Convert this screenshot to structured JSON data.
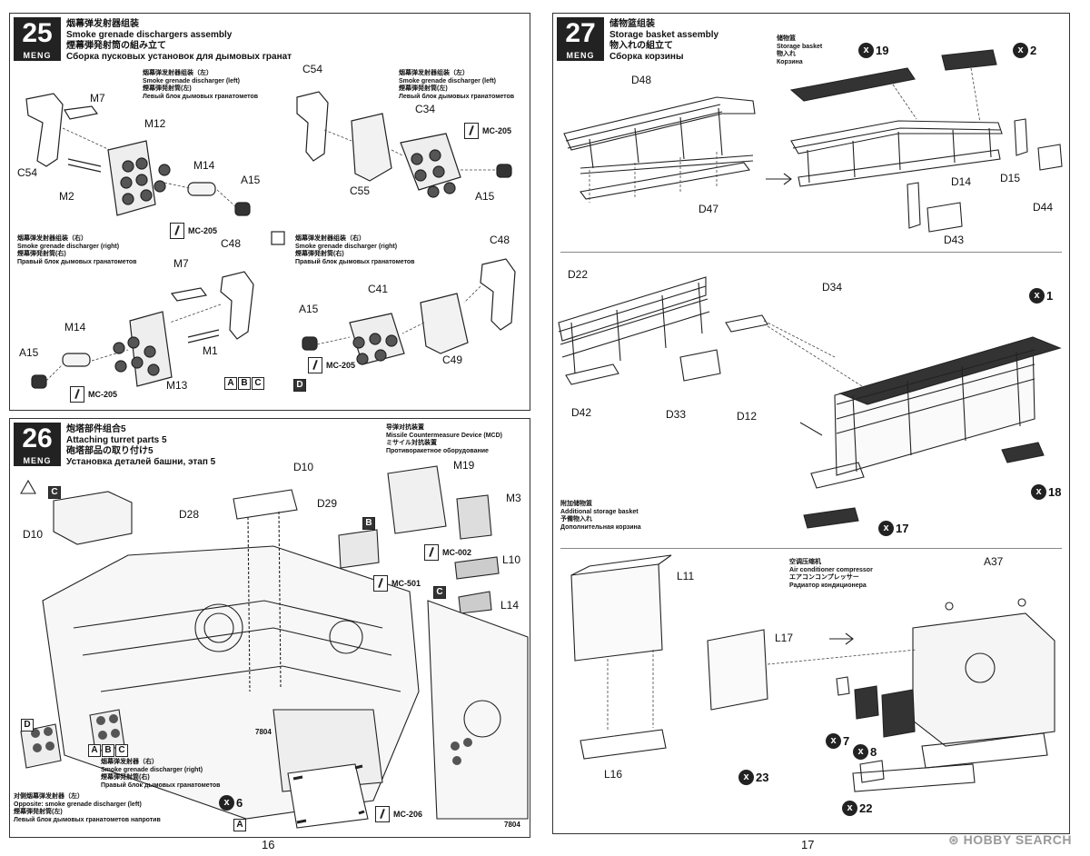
{
  "step25": {
    "number": "25",
    "brand": "MENG",
    "title_zh": "烟幕弹发射器组装",
    "title_en": "Smoke grenade dischargers assembly",
    "title_ja": "煙幕弾発射筒の組み立て",
    "title_ru": "Сборка пусковых установок для дымовых гранат",
    "left_zh": "烟幕弹发射器组装（左）",
    "left_en": "Smoke grenade discharger (left)",
    "left_ja": "煙幕弾発射筒(左)",
    "left_ru": "Левый блок дымовых гранатометов",
    "right_zh": "烟幕弹发射器组装（右）",
    "right_en": "Smoke grenade discharger (right)",
    "right_ja": "煙幕弾発射筒(右)",
    "right_ru": "Правый блок дымовых гранатометов",
    "labels": [
      "M7",
      "M12",
      "M14",
      "A15",
      "C54",
      "M2",
      "C54",
      "C34",
      "A15",
      "C55",
      "C48",
      "M7",
      "M14",
      "M1",
      "A15",
      "M13",
      "C48",
      "C41",
      "A15",
      "C49"
    ],
    "paint": "MC-205",
    "options": [
      "A",
      "B",
      "C"
    ],
    "option_d": "D"
  },
  "step26": {
    "number": "26",
    "brand": "MENG",
    "title_zh": "炮塔部件组合5",
    "title_en": "Attaching turret parts 5",
    "title_ja": "砲塔部品の取り付け5",
    "title_ru": "Установка деталей башни, этап 5",
    "mcd_zh": "导弹对抗装置",
    "mcd_en": "Missile Countermeasure Device (MCD)",
    "mcd_ja": "ミサイル対抗装置",
    "mcd_ru": "Противоракетное оборудование",
    "labels": [
      "D10",
      "D10",
      "D28",
      "D29",
      "M19",
      "M3",
      "L10",
      "L14"
    ],
    "paint_mc002": "MC-002",
    "paint_mc501": "MC-501",
    "paint_mc206": "MC-206",
    "opt_b": "B",
    "opt_c": "C",
    "opt_d": "D",
    "opt_a": "A",
    "qty_x6": "6",
    "right_zh": "烟幕弹发射器（右）",
    "right_en": "Smoke grenade discharger (right)",
    "right_ja": "煙幕弾発射筒(右)",
    "right_ru": "Правый блок дымовых гранатометов",
    "opp_zh": "对侧烟幕弹发射器（左）",
    "opp_en": "Opposite: smoke grenade discharger (left)",
    "opp_ja": "煙幕弾発射筒(左)",
    "opp_ru": "Левый блок дымовых гранатометов напротив",
    "hull_num": "7804"
  },
  "step27": {
    "number": "27",
    "brand": "MENG",
    "title_zh": "储物篮组装",
    "title_en": "Storage basket assembly",
    "title_ja": "物入れの組立て",
    "title_ru": "Сборка корзины",
    "basket_zh": "储物篮",
    "basket_en": "Storage basket",
    "basket_ja": "物入れ",
    "basket_ru": "Корзина",
    "labels": [
      "D48",
      "D47",
      "D14",
      "D15",
      "D44",
      "D43",
      "D22",
      "D34",
      "D42",
      "D33",
      "D12"
    ],
    "qty": [
      "19",
      "2",
      "1",
      "18",
      "17"
    ],
    "add_zh": "附加储物篮",
    "add_en": "Additional storage basket",
    "add_ja": "予備物入れ",
    "add_ru": "Дополнительная корзина",
    "ac_zh": "空调压缩机",
    "ac_en": "Air conditioner compressor",
    "ac_ja": "エアコンコンプレッサー",
    "ac_ru": "Радиатор кондиционера",
    "ac_labels": [
      "L11",
      "L17",
      "L16",
      "A37"
    ],
    "ac_qty": [
      "7",
      "8",
      "23",
      "22"
    ]
  },
  "pages": {
    "left": "16",
    "right": "17"
  },
  "watermark": "HOBBY SEARCH"
}
